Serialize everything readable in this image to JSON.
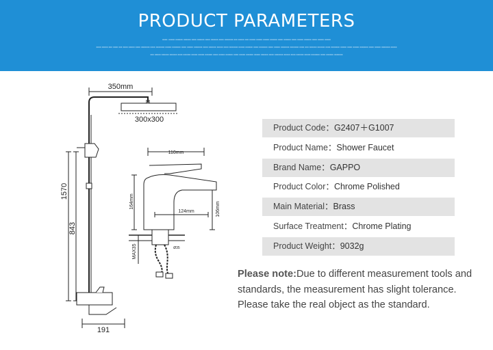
{
  "banner": {
    "title": "PRODUCT PARAMETERS",
    "fine_print": [
      "xxxx: xxxxx xxxxxx xxxxxx xxxx xxxxxx xxxx xxxxxx xxxx xxxxxxx xxx xxxxx xxx xxxxx xxxxx xxxxx xxxxxx xxxx xxxxxx xxxx xxxxx xxxxxx xxxx xxxxx xxxxx",
      "xxxx xxxxx xxx xxxx xxx xxxx xxxxx xxxx xxxxxxx xxxx xxxxxxx xxxxx xxxxxxx xxxx xxxxx xxxxxxx xxxx xxxxxx xxxxx xxxx xxxxxxx xxxxx xxxxxx xxxx xxxxxxx xxxx xxxxx xxxxxxx xxxxxxx xxxx xxx xxxxxx xxxxxx xxxx xxxxxxx xxxxx xxxx xxxxx xxxxxxx xxxx xxxxx xxxxxxx xxxxx",
      "xxx xxxxx xxxxxx xxxxxx xxxx xxxxxx xxxxx xxxxx xxxxxx xxxx xxxxx xxxxxx xxxx xxxxx xxxxxx xxxxx xxxxxx xxxx xxxxxxx xxxxx xxxx xxxxxx xxxxx xxxxxxx xxxx xxxxxx xxxxxxx"
    ]
  },
  "drawing": {
    "dims": {
      "top_width": "350mm",
      "head_size": "300x300",
      "total_height": "1570",
      "lower_height": "843",
      "base_width": "191",
      "faucet_width": "110mm",
      "faucet_height": "164mm",
      "spout_height": "106mm",
      "spout_reach": "124mm",
      "max_thickness": "MAX35",
      "hole": "Ø35"
    }
  },
  "specs": [
    {
      "label": "Product Code：",
      "value": "G2407＋G1007",
      "shaded": true
    },
    {
      "label": "Product Name：",
      "value": "Shower Faucet",
      "shaded": false
    },
    {
      "label": "Brand Name：",
      "value": "GAPPO",
      "shaded": true
    },
    {
      "label": "Product Color：",
      "value": "Chrome Polished",
      "shaded": false
    },
    {
      "label": "Main Material：",
      "value": "Brass",
      "shaded": true
    },
    {
      "label": "Surface Treatment：",
      "value": "Chrome Plating",
      "shaded": false
    },
    {
      "label": "Product Weight：",
      "value": "9032g",
      "shaded": true
    }
  ],
  "note": {
    "bold": "Please note:",
    "text": "Due to different measurement tools and standards, the measurement has slight tolerance. Please take the real object as the standard."
  },
  "colors": {
    "banner": "#1f8fd6",
    "row_shade": "#e3e3e3"
  }
}
